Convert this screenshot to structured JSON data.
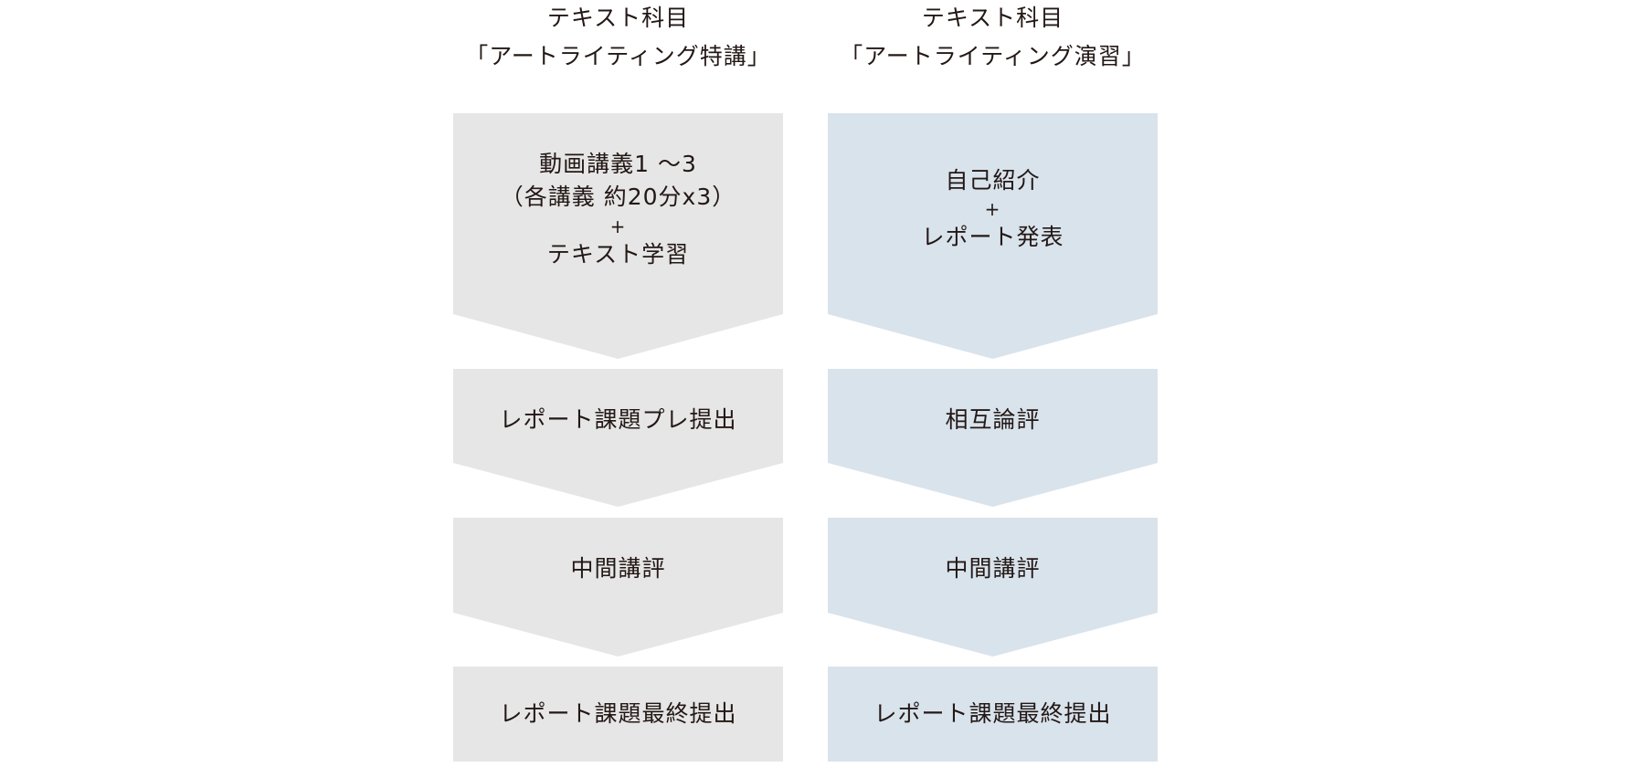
{
  "columns": [
    {
      "title_line1": "テキスト科目",
      "title_line2": "「アートライティング特講」",
      "color": "#e6e6e6",
      "steps": [
        {
          "lines": [
            "動画講義1 ～3",
            "（各講義 約20分x3）",
            "+",
            "テキスト学習"
          ]
        },
        {
          "lines": [
            "レポート課題プレ提出"
          ]
        },
        {
          "lines": [
            "中間講評"
          ]
        },
        {
          "lines": [
            "レポート課題最終提出"
          ]
        }
      ]
    },
    {
      "title_line1": "テキスト科目",
      "title_line2": "「アートライティング演習」",
      "color": "#d9e3ec",
      "steps": [
        {
          "lines": [
            "自己紹介",
            "+",
            "レポート発表"
          ]
        },
        {
          "lines": [
            "相互論評"
          ]
        },
        {
          "lines": [
            "中間講評"
          ]
        },
        {
          "lines": [
            "レポート課題最終提出"
          ]
        }
      ]
    }
  ]
}
